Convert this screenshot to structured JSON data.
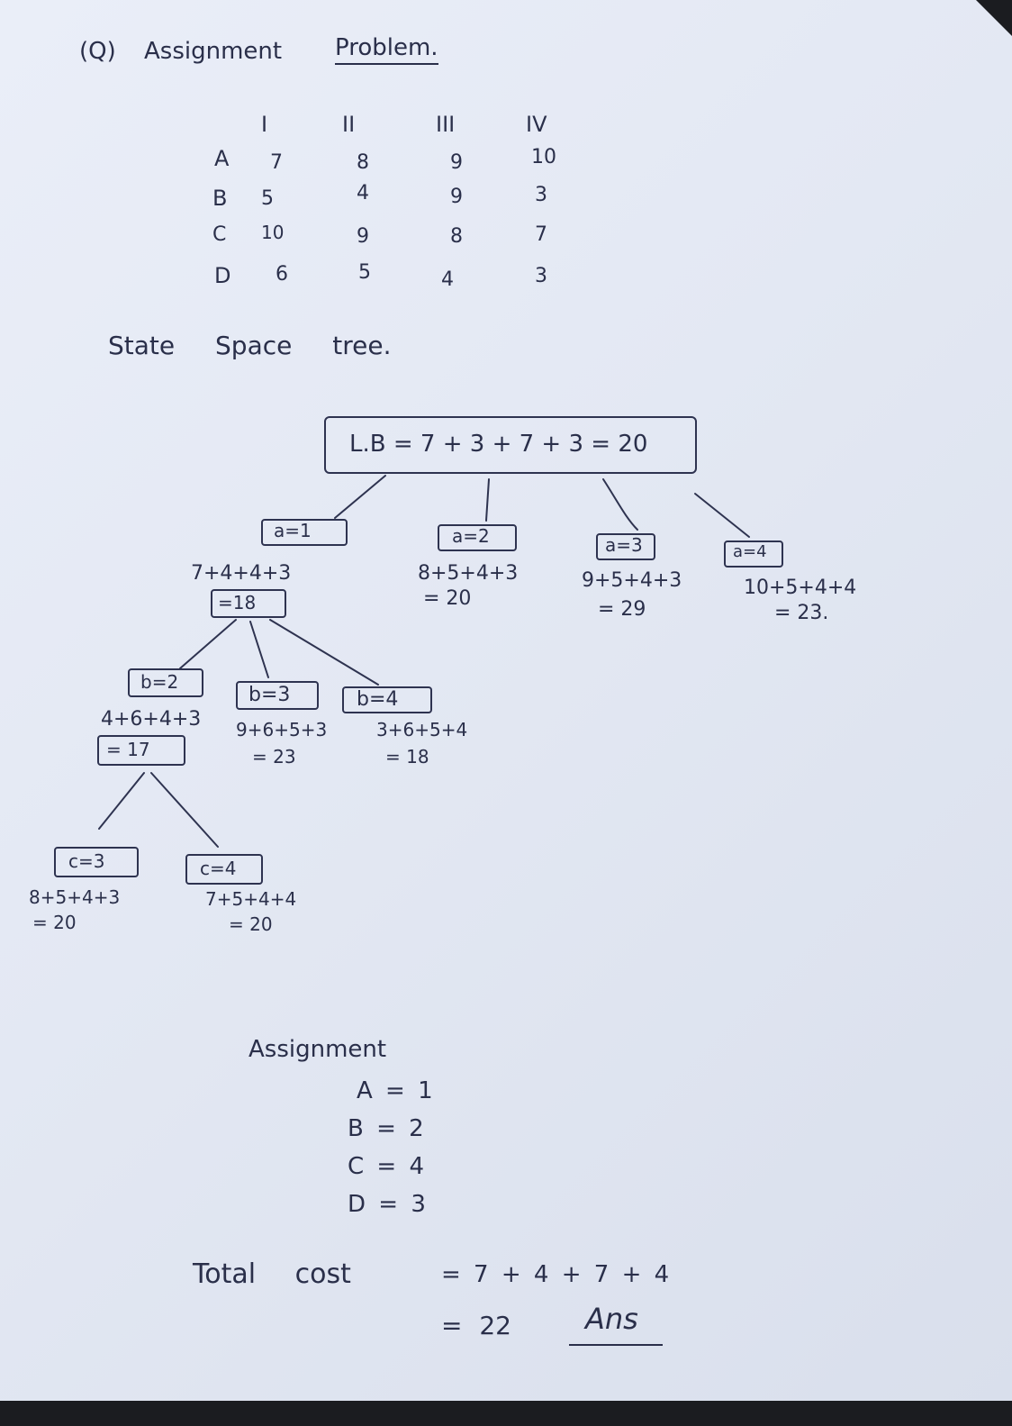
{
  "heading": {
    "number": "(Q)",
    "text": "Assignment",
    "underlined": "Problem."
  },
  "matrix": {
    "cols": [
      "I",
      "II",
      "III",
      "IV"
    ],
    "rows": [
      {
        "label": "A",
        "values": [
          "7",
          "8",
          "9",
          "10"
        ]
      },
      {
        "label": "B",
        "values": [
          "5",
          "4",
          "9",
          "3"
        ]
      },
      {
        "label": "C",
        "values": [
          "10",
          "9",
          "8",
          "7"
        ]
      },
      {
        "label": "D",
        "values": [
          "6",
          "5",
          "4",
          "3"
        ]
      }
    ]
  },
  "subheading": "State Space tree.",
  "tree": {
    "root": "L.B = 7 + 3 + 7 + 3 = 20",
    "level1": [
      {
        "label": "a=1",
        "expr": "7+4+4+3",
        "value": "=18"
      },
      {
        "label": "a=2",
        "expr": "8+5+4+3",
        "value": "= 20"
      },
      {
        "label": "a=3",
        "expr": "9+5+4+3",
        "value": "= 29"
      },
      {
        "label": "a=4",
        "expr": "10+5+4+4",
        "value": "= 23."
      }
    ],
    "level2": [
      {
        "label": "b=2",
        "expr": "4+6+4+3",
        "value": "= 17"
      },
      {
        "label": "b=3",
        "expr": "9+6+5+3",
        "value": "= 23"
      },
      {
        "label": "b=4",
        "expr": "3+6+5+4",
        "value": "= 18"
      }
    ],
    "level3": [
      {
        "label": "c=3",
        "expr": "8+5+4+3",
        "value": "= 20"
      },
      {
        "label": "c=4",
        "expr": "7+5+4+4",
        "value": "= 20"
      }
    ]
  },
  "assignment": {
    "title": "Assignment",
    "lines": [
      "A = 1",
      "B = 2",
      "C = 4",
      "D = 3"
    ]
  },
  "total": {
    "label": "Total cost",
    "expr": "= 7 + 4 + 7 + 4",
    "result": "= 22",
    "ans": "Ans"
  }
}
